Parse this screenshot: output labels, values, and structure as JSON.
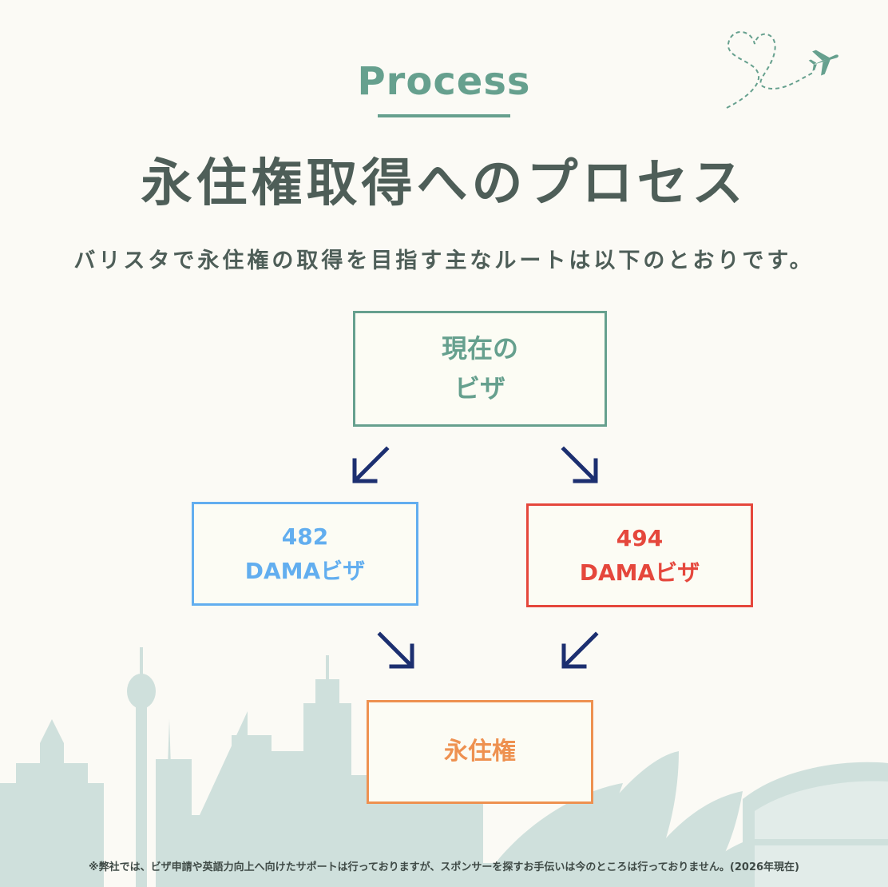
{
  "header": {
    "heading_en": "Process",
    "heading_ja": "永住権取得へのプロセス",
    "intro": "バリスタで永住権の取得を目指す主なルートは以下のとおりです。"
  },
  "diagram": {
    "current_visa": {
      "line1": "現在の",
      "line2": "ビザ"
    },
    "visa_482": {
      "line1": "482",
      "line2": "DAMAビザ"
    },
    "visa_494": {
      "line1": "494",
      "line2": "DAMAビザ"
    },
    "permanent_residency": {
      "label": "永住権"
    }
  },
  "footnote": "※弊社では、ビザ申請や英語力向上へ向けたサポートは行っておりますが、スポンサーを探すお手伝いは今のところは行っておりません。(2026年現在)",
  "colors": {
    "green": "#66a08e",
    "dark_text": "#4e5e58",
    "blue": "#62aeef",
    "red": "#e5473c",
    "orange": "#ee9150",
    "arrow": "#1c2f70",
    "skyline": "#cfe0dc",
    "background": "#fbfaf5"
  },
  "icons": [
    "airplane-icon",
    "arrow-down-left-icon",
    "arrow-down-right-icon"
  ]
}
